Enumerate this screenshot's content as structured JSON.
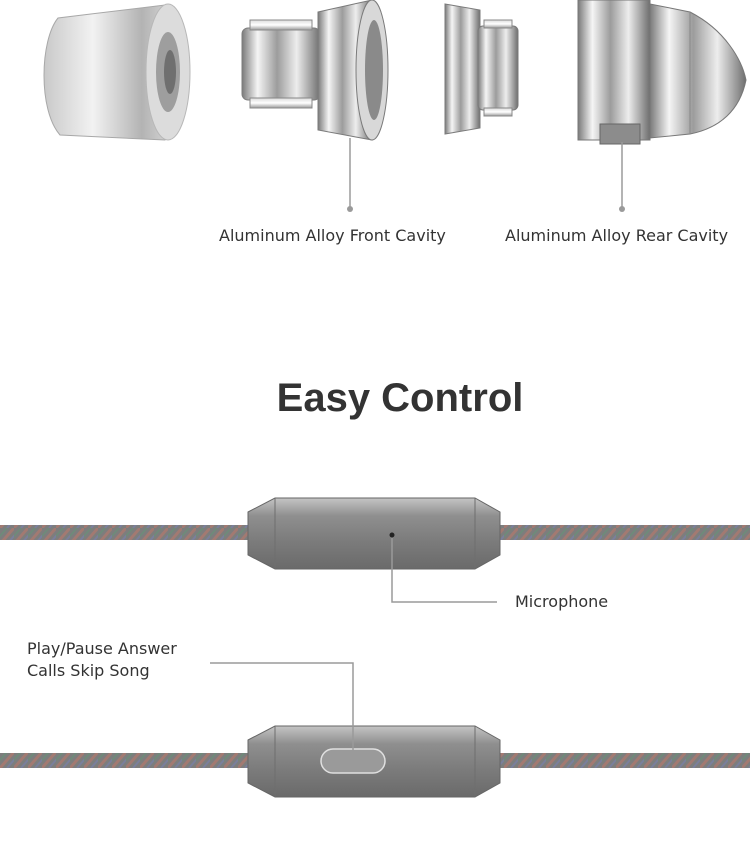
{
  "labels": {
    "front_cavity": "Aluminum Alloy Front Cavity",
    "rear_cavity": "Aluminum Alloy Rear Cavity",
    "section_title": "Easy Control",
    "microphone": "Microphone",
    "button_line1": "Play/Pause Answer",
    "button_line2": "Calls Skip Song"
  },
  "colors": {
    "text": "#333333",
    "leader_line": "#9a9a9a",
    "metal_light": "#eeeeee",
    "metal_dark": "#8a8a8a",
    "remote_body": "#8c8c8c"
  }
}
